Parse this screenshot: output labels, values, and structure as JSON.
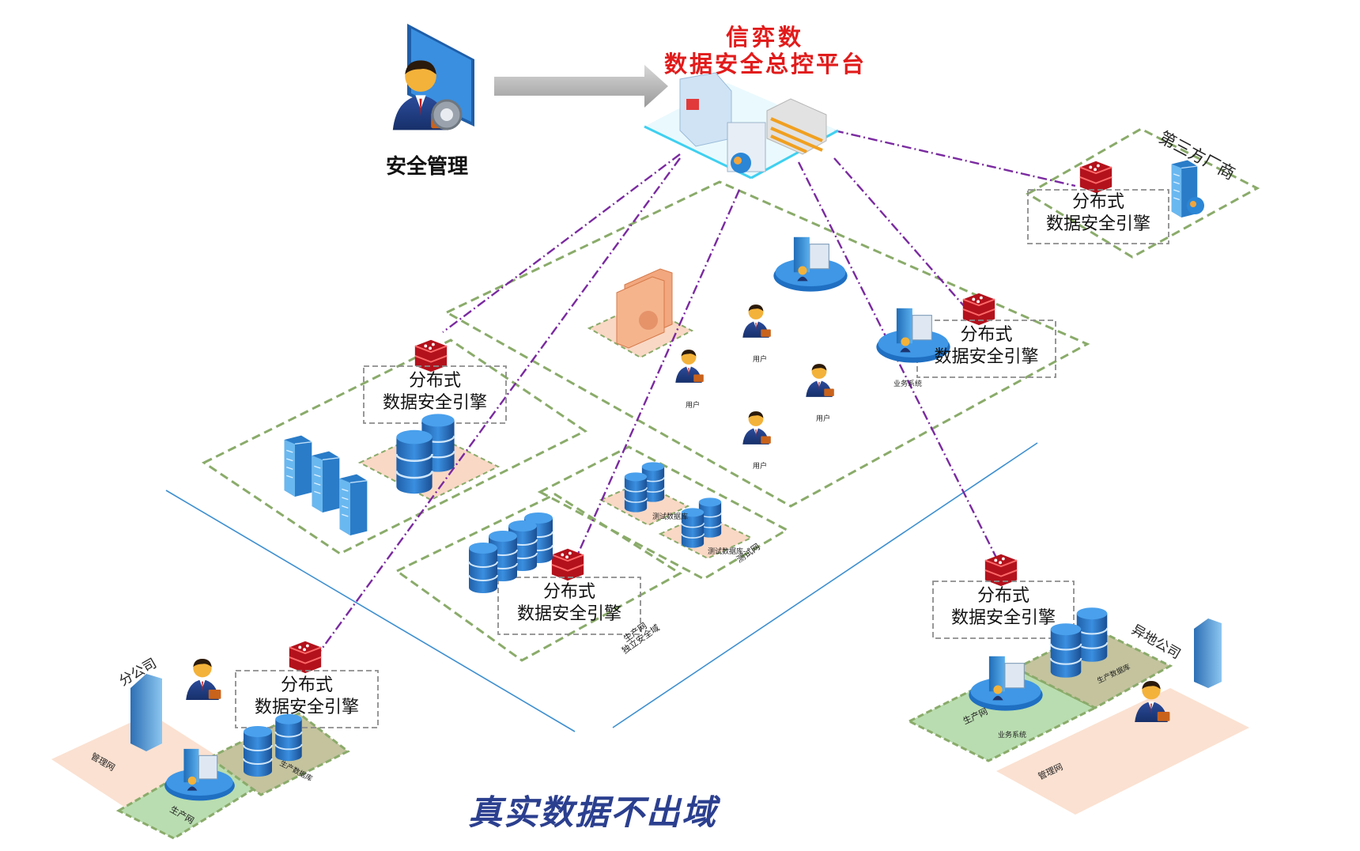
{
  "header": {
    "brand": "信弈数",
    "platform": "数据安全总控平台",
    "admin_label": "安全管理"
  },
  "engine_label": {
    "line1": "分布式",
    "line2": "数据安全引擎"
  },
  "zones": {
    "third_party": "第三方厂商",
    "branch": "分公司",
    "remote": "异地公司",
    "test_net": "测试网",
    "prod_net": "生产网",
    "isolated_domain": "独立安全域",
    "mgmt_net": "管理网",
    "prod_db": "生产数据库",
    "test_db_1": "测试数据库",
    "test_db_2": "测试数据库",
    "biz_system": "业务系统",
    "user": "用户"
  },
  "slogan": "真实数据不出域",
  "colors": {
    "brand_red": "#e21b1b",
    "slogan_blue": "#2b3f8f",
    "zone_green": "#8aab6a",
    "link_purple": "#7a2aa0",
    "divider_blue": "#3d8fd0"
  }
}
